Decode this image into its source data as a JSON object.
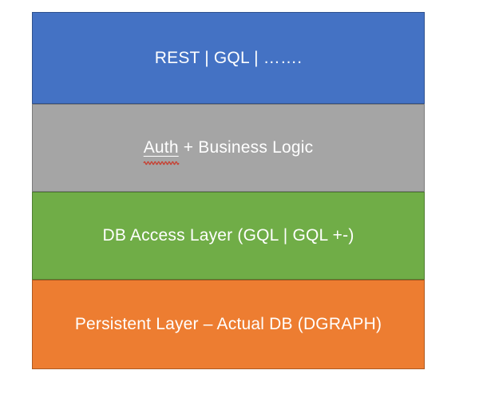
{
  "page": {
    "background": "#FFFFFF"
  },
  "diagram": {
    "text_color": "#FFFFFF",
    "spellcheck_color": "#C83C2D",
    "layers": [
      {
        "label": "REST | GQL | …….",
        "fill": "#4472C4",
        "border": "#2F528F"
      },
      {
        "misspelled_word": "Auth",
        "label_rest": " + Business Logic",
        "fill": "#A5A5A5",
        "border": "#7B7B7B"
      },
      {
        "label": "DB Access Layer (GQL | GQL +-)",
        "fill": "#70AD47",
        "border": "#507E32"
      },
      {
        "label": "Persistent Layer – Actual DB (DGRAPH)",
        "fill": "#ED7D31",
        "border": "#AE5A21"
      }
    ]
  }
}
